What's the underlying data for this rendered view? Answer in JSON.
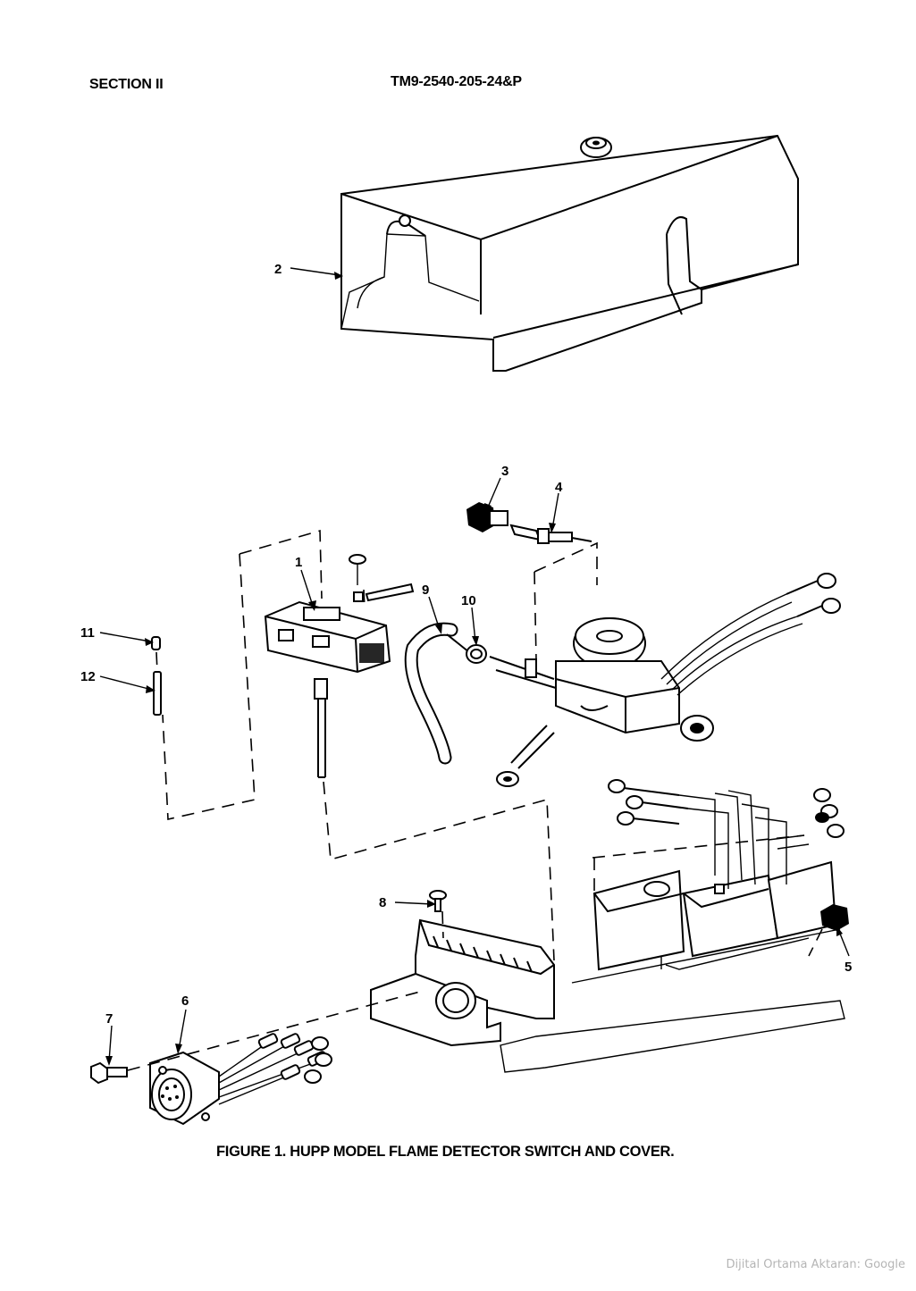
{
  "header": {
    "section": "SECTION II",
    "manual": "TM9-2540-205-24&P"
  },
  "callouts": [
    "1",
    "2",
    "3",
    "4",
    "5",
    "6",
    "7",
    "8",
    "9",
    "10",
    "11",
    "12"
  ],
  "caption": "FIGURE 1.  HUPP MODEL FLAME DETECTOR SWITCH AND COVER.",
  "watermark": "Dijital Ortama Aktaran: Google"
}
